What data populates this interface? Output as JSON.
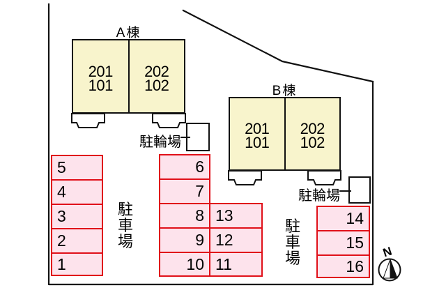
{
  "plan": {
    "buildings": {
      "a": {
        "label": "A棟",
        "units": {
          "left": [
            "201",
            "101"
          ],
          "right": [
            "202",
            "102"
          ]
        }
      },
      "b": {
        "label": "B棟",
        "units": {
          "left": [
            "201",
            "101"
          ],
          "right": [
            "202",
            "102"
          ]
        }
      }
    },
    "labels": {
      "bicycle_parking": "駐輪場",
      "car_parking": "駐車場",
      "compass_north": "N"
    },
    "parking_spots": {
      "left_column": [
        "5",
        "4",
        "3",
        "2",
        "1"
      ],
      "center_left_column": [
        "6",
        "7",
        "8",
        "9",
        "10"
      ],
      "center_right_column": [
        "13",
        "12",
        "11"
      ],
      "right_column": [
        "14",
        "15",
        "16"
      ]
    },
    "colors": {
      "building_fill": "#F8F4CC",
      "parking_fill": "#FDE3EC",
      "parking_border": "#E01019",
      "outline": "#111111"
    }
  }
}
